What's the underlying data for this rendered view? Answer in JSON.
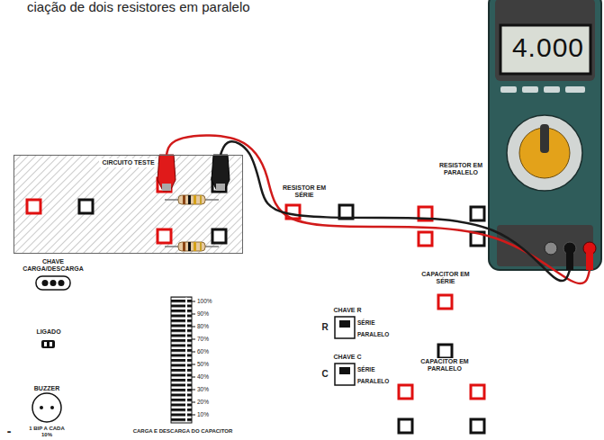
{
  "diagram": {
    "title": "ciação de dois resistores em paralelo",
    "nodes": [
      {
        "text": [
          "CIRCUITO TESTE"
        ]
      },
      {
        "text": [
          "4.000"
        ]
      }
    ],
    "edges": [
      {
        "from": 0,
        "to": 1,
        "arrow": "none"
      },
      {
        "from": 0,
        "to": 1,
        "arrow": "none"
      }
    ],
    "labels": [
      "RESISTOR EM SÉRIE",
      "RESISTOR EM PARALELO",
      "CHAVE CARGA/DESCARGA",
      "LIGADO",
      "BUZZER",
      "1 BIP A CADA 10%",
      "100%",
      "90%",
      "80%",
      "70%",
      "60%",
      "50%",
      "40%",
      "30%",
      "20%",
      "10%",
      "CARGA E DESCARGA DO CAPACITOR",
      "CHAVE R",
      "R",
      "SÉRIE",
      "PARALELO",
      "CHAVE C",
      "C",
      "SÉRIE",
      "PARALELO",
      "CAPACITOR EM SÉRIE",
      "CAPACITOR EM PARALELO",
      "-"
    ]
  }
}
